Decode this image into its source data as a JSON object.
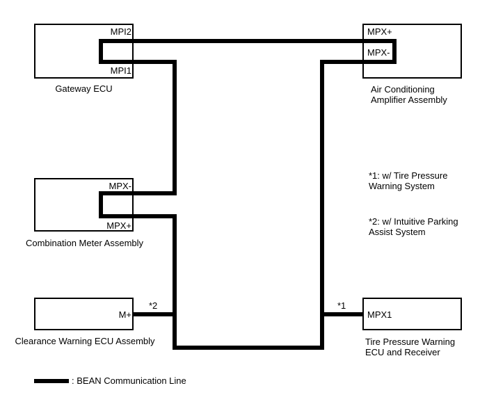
{
  "diagram": {
    "boxes": {
      "gateway": {
        "caption": "Gateway ECU",
        "terminal_top": "MPI2",
        "terminal_bottom": "MPI1"
      },
      "ac_amplifier": {
        "caption_line1": "Air Conditioning",
        "caption_line2": "Amplifier Assembly",
        "terminal_top": "MPX+",
        "terminal_bottom": "MPX-"
      },
      "combination_meter": {
        "caption": "Combination Meter Assembly",
        "terminal_top": "MPX-",
        "terminal_bottom": "MPX+"
      },
      "clearance_warning": {
        "caption": "Clearance Warning ECU Assembly",
        "terminal": "M+",
        "stub_label": "*2"
      },
      "tire_pressure": {
        "caption_line1": "Tire Pressure Warning",
        "caption_line2": "ECU and Receiver",
        "terminal": "MPX1",
        "stub_label": "*1"
      }
    },
    "notes": {
      "note1_line1": "*1: w/ Tire Pressure",
      "note1_line2": "Warning System",
      "note2_line1": "*2: w/ Intuitive Parking",
      "note2_line2": "Assist System"
    },
    "legend": {
      "label": ": BEAN Communication Line"
    },
    "colors": {
      "line": "#000000",
      "background": "#ffffff"
    }
  }
}
